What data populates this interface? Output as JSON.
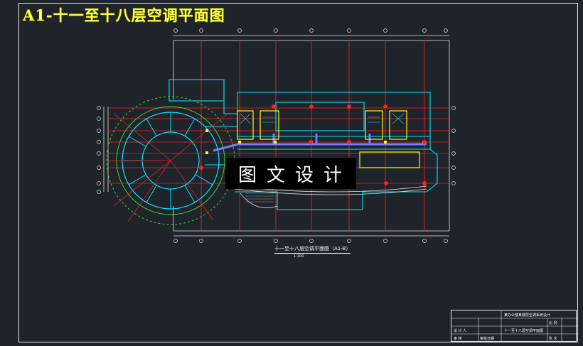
{
  "drawing": {
    "title": "A1-十一至十八层空调平面图",
    "watermark": "图文设计",
    "plan_caption": "十一至十八层空调平面图（A1-B）",
    "scale": "1:100"
  },
  "title_block": {
    "project": "某办公楼某楼层空调系统设计",
    "sheet_name": "十一至十八层空调平面图",
    "designer_label": "设 计 人",
    "checker_label": "审 核",
    "approver_label": "审批日期",
    "scale_label": "比 例",
    "sheet_label": "张 次"
  },
  "colors": {
    "background": "#1f232a",
    "title": "#ffff3a",
    "axis_grid": "#ff2020",
    "walls": "#00e5ff",
    "dims": "#e6e6e6",
    "columns": "#ffff00",
    "ducts": "#7a7aff",
    "rotunda": "#33dd33"
  }
}
